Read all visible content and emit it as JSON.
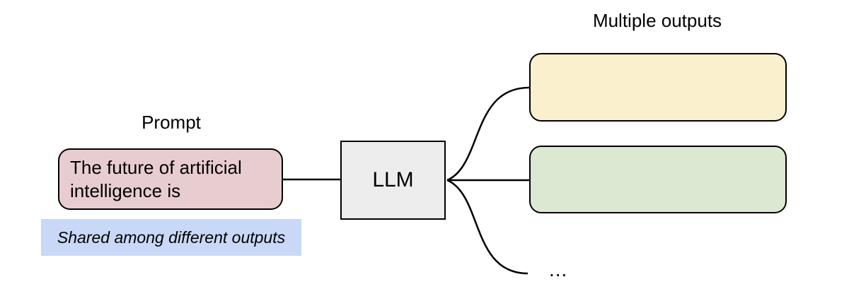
{
  "diagram": {
    "prompt_title": "Prompt",
    "outputs_title": "Multiple outputs",
    "prompt_note": "Shared among different outputs",
    "ellipsis": "..."
  },
  "nodes": {
    "prompt_box": {
      "text": "The future of artificial intelligence is",
      "fill": "#e8cdd0"
    },
    "llm_box": {
      "text": "LLM",
      "fill": "#ededed"
    },
    "output_box_1": {
      "fill": "#faf0ce"
    },
    "output_box_2": {
      "fill": "#dde8d2"
    }
  },
  "style": {
    "background": "#ffffff",
    "line_color": "#000000",
    "text_color": "#000000",
    "note_fill": "#c9d8f6"
  }
}
